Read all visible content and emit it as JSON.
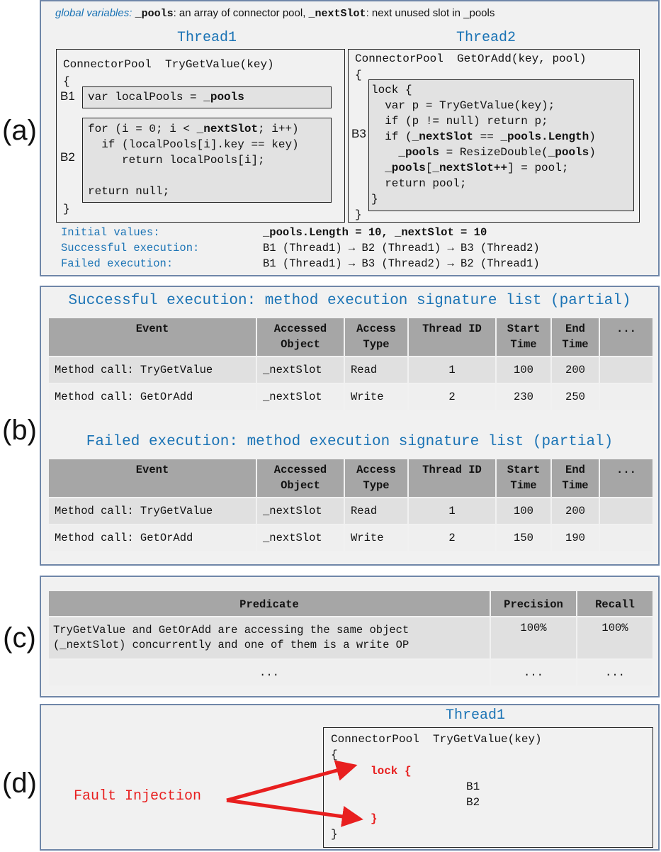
{
  "labels": {
    "a": "(a)",
    "b": "(b)",
    "c": "(c)",
    "d": "(d)"
  },
  "colors": {
    "accent_blue": "#1a73b5",
    "fault_red": "#e81f1f",
    "panel_bg": "#f1f1f1",
    "panel_border": "#6f86a8",
    "header_gray": "#a6a6a6"
  },
  "panel_a": {
    "globals": {
      "prefix": "global variables:",
      "var1": "_pools",
      "desc1": ": an array of connector pool,",
      "var2": "_nextSlot",
      "desc2": ": next unused slot in _pools"
    },
    "thread1": {
      "title": "Thread1",
      "signature": "ConnectorPool  TryGetValue(key)",
      "open_brace": "{",
      "close_brace": "}",
      "b1_label": "B1",
      "b1_code": "var localPools = ",
      "b1_bold": "_pools",
      "b2_label": "B2",
      "b2_lines": [
        "for (i = 0; i < _nextSlot; i++)",
        "  if (localPools[i].key == key)",
        "     return localPools[i];",
        "",
        "return null;"
      ]
    },
    "thread2": {
      "title": "Thread2",
      "signature": "ConnectorPool  GetOrAdd(key, pool)",
      "open_brace": "{",
      "close_brace": "}",
      "b3_label": "B3",
      "b3_lines": [
        "lock {",
        "  var p = TryGetValue(key);",
        "  if (p != null) return p;",
        "  if (_nextSlot == _pools.Length)",
        "    _pools = ResizeDouble(_pools)",
        "  _pools[_nextSlot++] = pool;",
        "  return pool;",
        "}"
      ]
    },
    "info": [
      {
        "key": "Initial values:",
        "value": "_pools.Length = 10, _nextSlot = 10"
      },
      {
        "key": "Successful execution:",
        "value": "B1 (Thread1) → B2 (Thread1) → B3 (Thread2)"
      },
      {
        "key": "Failed execution:",
        "value": "B1 (Thread1) → B3 (Thread2) → B2 (Thread1)"
      }
    ]
  },
  "panel_b": {
    "headers": [
      "Event",
      "Accessed Object",
      "Access Type",
      "Thread ID",
      "Start Time",
      "End Time",
      "..."
    ],
    "successful": {
      "title": "Successful execution: method execution signature list (partial)",
      "rows": [
        [
          "Method call: TryGetValue",
          "_nextSlot",
          "Read",
          "1",
          "100",
          "200",
          ""
        ],
        [
          "Method call: GetOrAdd",
          "_nextSlot",
          "Write",
          "2",
          "230",
          "250",
          ""
        ]
      ]
    },
    "failed": {
      "title": "Failed execution: method execution signature list (partial)",
      "rows": [
        [
          "Method call: TryGetValue",
          "_nextSlot",
          "Read",
          "1",
          "100",
          "200",
          ""
        ],
        [
          "Method call: GetOrAdd",
          "_nextSlot",
          "Write",
          "2",
          "150",
          "190",
          ""
        ]
      ]
    }
  },
  "panel_c": {
    "headers": [
      "Predicate",
      "Precision",
      "Recall"
    ],
    "rows": [
      [
        "TryGetValue and GetOrAdd are accessing the same object (_nextSlot) concurrently and one of them is a write OP",
        "100%",
        "100%"
      ],
      [
        "...",
        "...",
        "..."
      ]
    ]
  },
  "panel_d": {
    "thread_title": "Thread1",
    "signature": "ConnectorPool  TryGetValue(key)",
    "open_brace": "{",
    "lock_open": "lock {",
    "b1": "B1",
    "b2": "B2",
    "lock_close": "}",
    "close_brace": "}",
    "fault_label": "Fault Injection"
  }
}
